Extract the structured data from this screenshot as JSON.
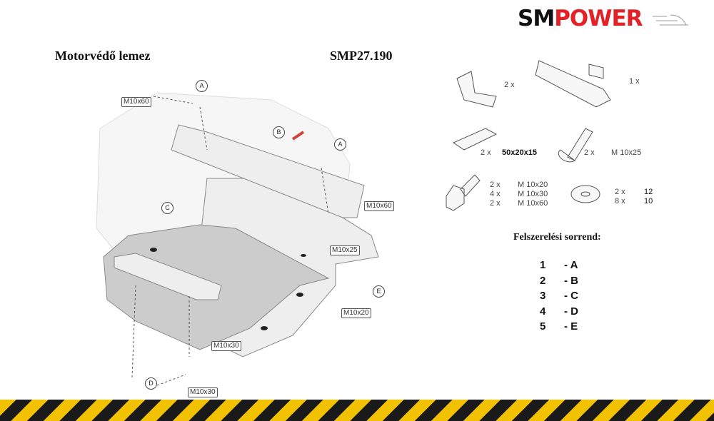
{
  "logo": {
    "sm": "SM",
    "power": "POWER"
  },
  "header": {
    "title": "Motorvédő lemez",
    "code": "SMP27.190"
  },
  "diagram": {
    "labels": {
      "bolt_top_left": "M10x60",
      "bolt_right": "M10x60",
      "bolt_m10x25": "M10x25",
      "bolt_m10x20": "M10x20",
      "bolt_m10x30_a": "M10x30",
      "bolt_m10x30_b": "M10x30"
    },
    "markers": {
      "a1": "A",
      "a2": "A",
      "b": "B",
      "c": "C",
      "d": "D",
      "e": "E"
    }
  },
  "parts": [
    {
      "qty": "2 x"
    },
    {
      "qty": "1 x"
    },
    {
      "qty": "2 x",
      "size": "50x20x15"
    },
    {
      "qty": "2 x",
      "size": "M 10x25"
    },
    {
      "qtys": [
        "2 x",
        "4 x",
        "2 x"
      ],
      "sizes": [
        "M 10x20",
        "M 10x30",
        "M 10x60"
      ]
    },
    {
      "qtys": [
        "2 x",
        "8 x"
      ],
      "sizes": [
        "12",
        "10"
      ]
    }
  ],
  "sequence": {
    "title": "Felszerelési sorrend:",
    "steps": [
      {
        "n": "1",
        "l": "- A"
      },
      {
        "n": "2",
        "l": "- B"
      },
      {
        "n": "3",
        "l": "- C"
      },
      {
        "n": "4",
        "l": "- D"
      },
      {
        "n": "5",
        "l": "- E"
      }
    ]
  }
}
